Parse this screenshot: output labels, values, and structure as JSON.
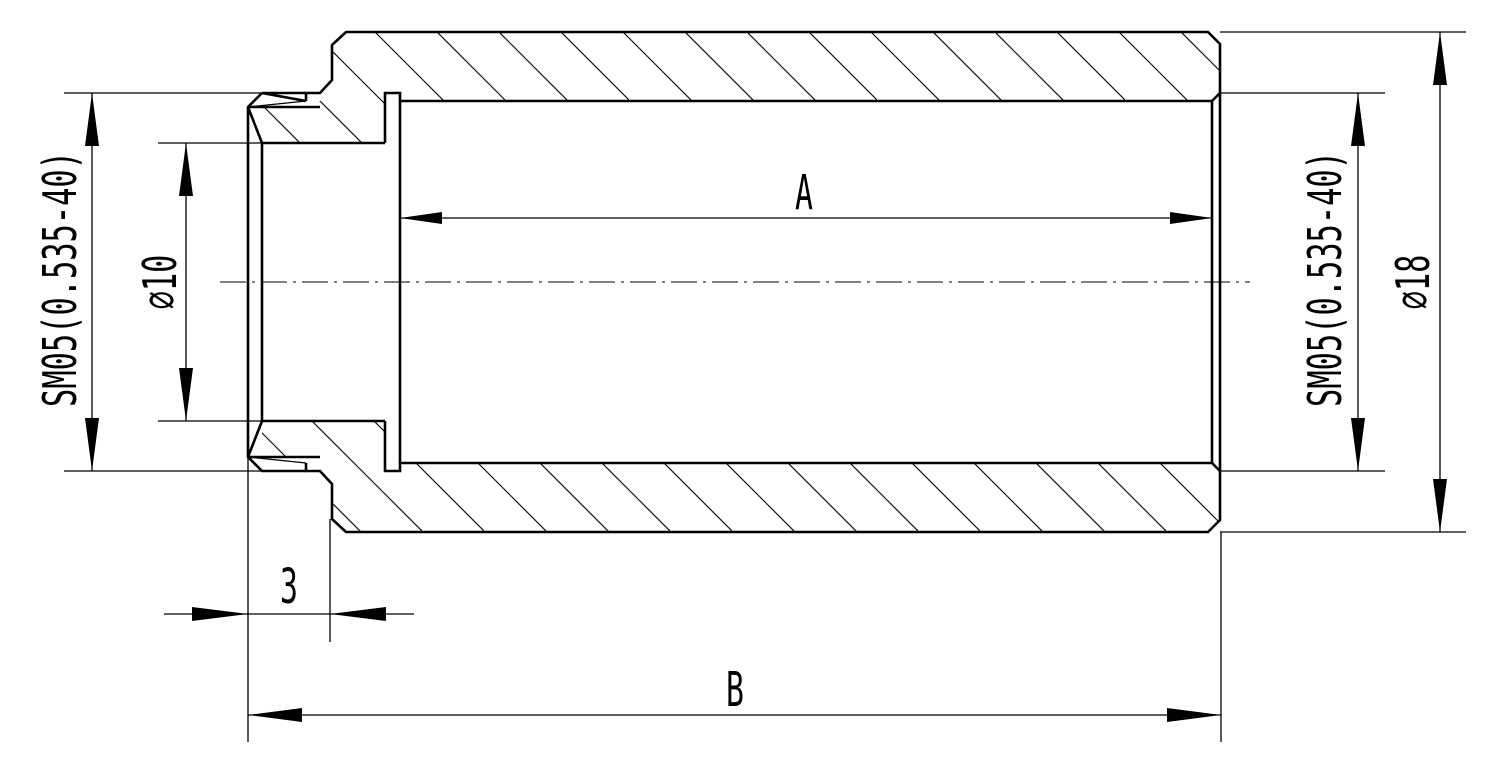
{
  "drawing": {
    "dimensions": {
      "inner_length": "A",
      "overall_length": "B",
      "step_length": "3",
      "left_thread": "SM05(0.535-40)",
      "right_thread": "SM05(0.535-40)",
      "bore_diameter": "⌀10",
      "outer_diameter": "⌀18"
    },
    "colors": {
      "line": "#000000",
      "background": "#ffffff"
    }
  }
}
